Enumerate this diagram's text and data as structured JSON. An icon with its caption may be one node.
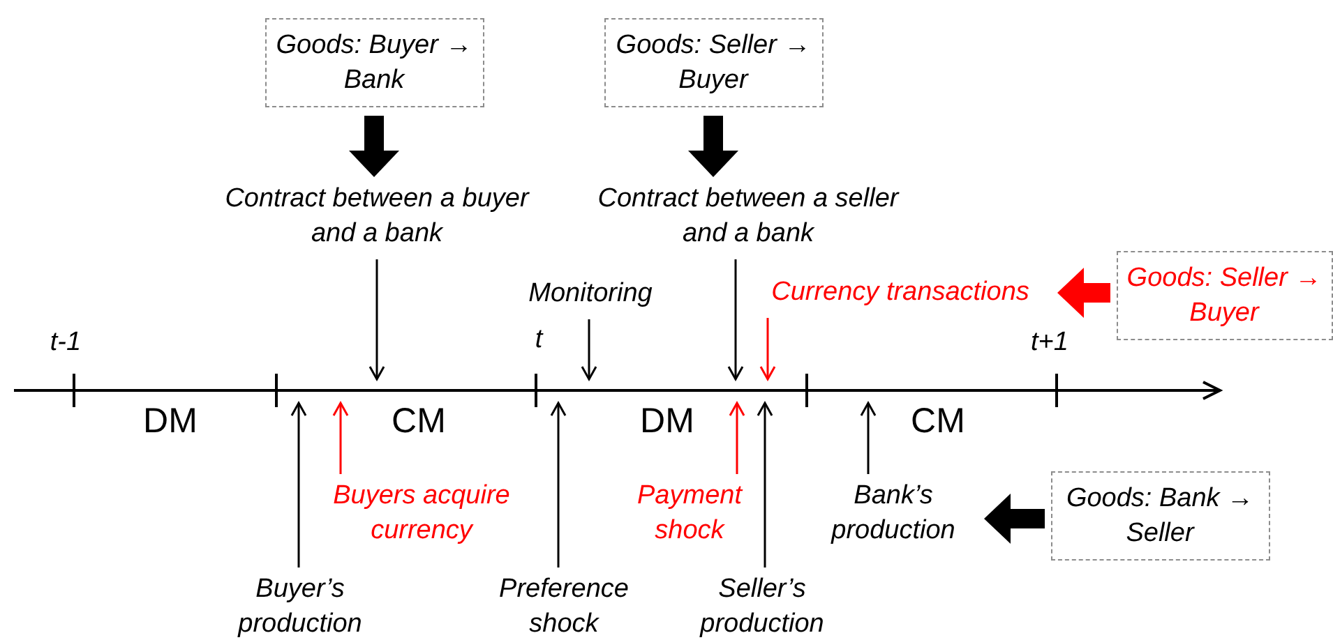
{
  "diagram": {
    "nodes": [
      {
        "text": [
          "Goods: Buyer → Bank"
        ]
      },
      {
        "text": [
          "Contract between a buyer and a bank"
        ]
      },
      {
        "text": [
          "Goods: Seller → Buyer"
        ]
      },
      {
        "text": [
          "Contract between a seller and a bank"
        ]
      },
      {
        "text": [
          "Monitoring"
        ]
      },
      {
        "text": [
          "Currency transactions"
        ]
      },
      {
        "text": [
          "Goods: Seller → Buyer"
        ]
      },
      {
        "text": [
          "Buyer’s production"
        ]
      },
      {
        "text": [
          "Buyers acquire currency"
        ]
      },
      {
        "text": [
          "Preference shock"
        ]
      },
      {
        "text": [
          "Payment shock"
        ]
      },
      {
        "text": [
          "Seller’s production"
        ]
      },
      {
        "text": [
          "Bank’s production"
        ]
      },
      {
        "text": [
          "Goods: Bank → Seller"
        ]
      }
    ],
    "edges": [
      {
        "from": 0,
        "to": 1,
        "arrow": "to",
        "style": "thick"
      },
      {
        "from": 2,
        "to": 3,
        "arrow": "to",
        "style": "thick"
      },
      {
        "from": 1,
        "to": null,
        "arrow": "to"
      },
      {
        "from": 3,
        "to": null,
        "arrow": "to"
      },
      {
        "from": 4,
        "to": null,
        "arrow": "to"
      },
      {
        "from": 5,
        "to": null,
        "arrow": "to",
        "color": "#ff0000"
      },
      {
        "from": 6,
        "to": 5,
        "arrow": "to",
        "style": "thick",
        "color": "#ff0000"
      },
      {
        "from": 7,
        "to": null,
        "arrow": "to"
      },
      {
        "from": 8,
        "to": null,
        "arrow": "to",
        "color": "#ff0000"
      },
      {
        "from": 9,
        "to": null,
        "arrow": "to"
      },
      {
        "from": 10,
        "to": null,
        "arrow": "to",
        "color": "#ff0000"
      },
      {
        "from": 11,
        "to": null,
        "arrow": "to"
      },
      {
        "from": 12,
        "to": null,
        "arrow": "to"
      },
      {
        "from": 13,
        "to": 12,
        "arrow": "to",
        "style": "thick"
      }
    ],
    "labels": [
      "t-1",
      "t",
      "t+1",
      "DM",
      "CM",
      "DM",
      "CM"
    ]
  }
}
